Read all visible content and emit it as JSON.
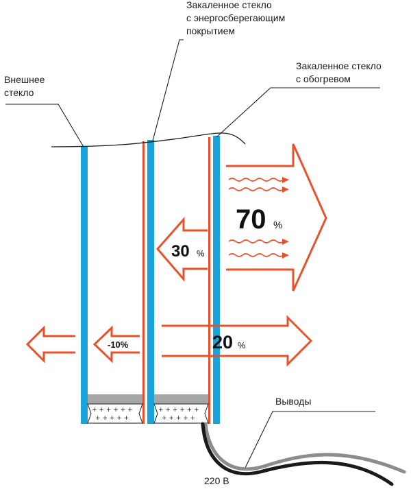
{
  "labels": {
    "outer_glass": [
      "Внешнее",
      "стекло"
    ],
    "coated_glass": [
      "Закаленное стекло",
      "с энергосберегающим",
      "покрытием"
    ],
    "heated_glass": [
      "Закаленное стекло",
      "с обогревом"
    ],
    "leads": "Выводы",
    "voltage": "220 В"
  },
  "flows": {
    "inward_70": {
      "value": "70",
      "unit": "%"
    },
    "reflected_30": {
      "value": "30",
      "unit": "%"
    },
    "through_20": {
      "value": "20",
      "unit": "%"
    },
    "loss_10": {
      "value": "-10%"
    }
  },
  "colors": {
    "glass": "#1ba3dc",
    "heat": "#e8512a",
    "spacer": "#a6a6a6",
    "text": "#1a1a1a"
  }
}
